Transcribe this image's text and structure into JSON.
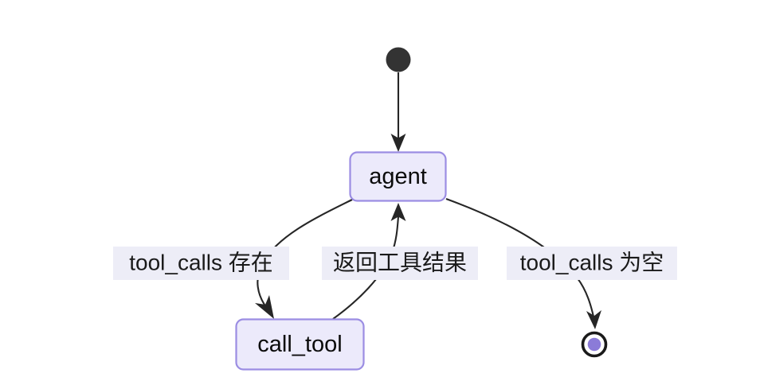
{
  "diagram": {
    "type": "state-diagram",
    "background_color": "#ffffff",
    "node_fill": "#ECEAFB",
    "node_stroke": "#9B8DE3",
    "edge_color": "#262626",
    "label_bg": "#EDEDF7",
    "start_node_color": "#333333",
    "end_node_inner_color": "#8B7BD8",
    "end_node_ring_color": "#1a1a1a",
    "nodes": [
      {
        "id": "start",
        "shape": "filled-circle",
        "label": ""
      },
      {
        "id": "agent",
        "shape": "rounded-rect",
        "label": "agent"
      },
      {
        "id": "call_tool",
        "shape": "rounded-rect",
        "label": "call_tool"
      },
      {
        "id": "end",
        "shape": "double-circle",
        "label": ""
      }
    ],
    "edges": [
      {
        "from": "start",
        "to": "agent",
        "label": ""
      },
      {
        "from": "agent",
        "to": "call_tool",
        "label": "tool_calls 存在"
      },
      {
        "from": "call_tool",
        "to": "agent",
        "label": "返回工具结果"
      },
      {
        "from": "agent",
        "to": "end",
        "label": "tool_calls 为空"
      }
    ]
  }
}
